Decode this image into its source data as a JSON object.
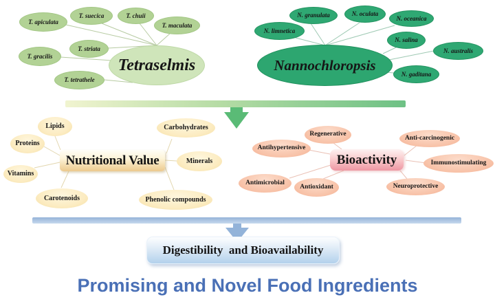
{
  "tetraselmis": {
    "label": "Tetraselmis",
    "species": [
      "T. apiculata",
      "T. suecica",
      "T. chuii",
      "T. maculata",
      "T. striata",
      "T. gracilis",
      "T. tetrathele"
    ]
  },
  "nannochloropsis": {
    "label": "Nannochloropsis",
    "species": [
      "N. granulata",
      "N. oculata",
      "N. oceanica",
      "N. limnetica",
      "N. salina",
      "N. australis",
      "N. gaditana"
    ]
  },
  "nutritional_value": {
    "label": "Nutritional Value",
    "components": [
      "Lipids",
      "Proteins",
      "Vitamins",
      "Carotenoids",
      "Carbohydrates",
      "Minerals",
      "Phenolic compounds"
    ]
  },
  "bioactivity": {
    "label": "Bioactivity",
    "activities": [
      "Regenerative",
      "Antihypertensive",
      "Antimicrobial",
      "Antioxidant",
      "Anti-carcinogenic",
      "Immunostimulating",
      "Neuroprotective"
    ]
  },
  "digestibility": {
    "label": "Digestibility  and Bioavailability"
  },
  "footer": {
    "title": "Promising and Novel Food Ingredients"
  },
  "colors": {
    "tetraselmis_species_fill": "#b2d295",
    "tetraselmis_main_fill": "#cfe5ba",
    "nannochloropsis_fill": "#2fa873",
    "nutritional_ellipse_fill": "#fcecc2",
    "nutritional_box_fill": "#ecc98d",
    "bioactivity_ellipse_fill": "#f8c3a9",
    "bioactivity_box_fill": "#ee96a2",
    "digestibility_box_fill": "#b3d1ec",
    "green_bar": "#6ec185",
    "blue_bar": "#9cb8da",
    "footer_text": "#4a70b6"
  }
}
